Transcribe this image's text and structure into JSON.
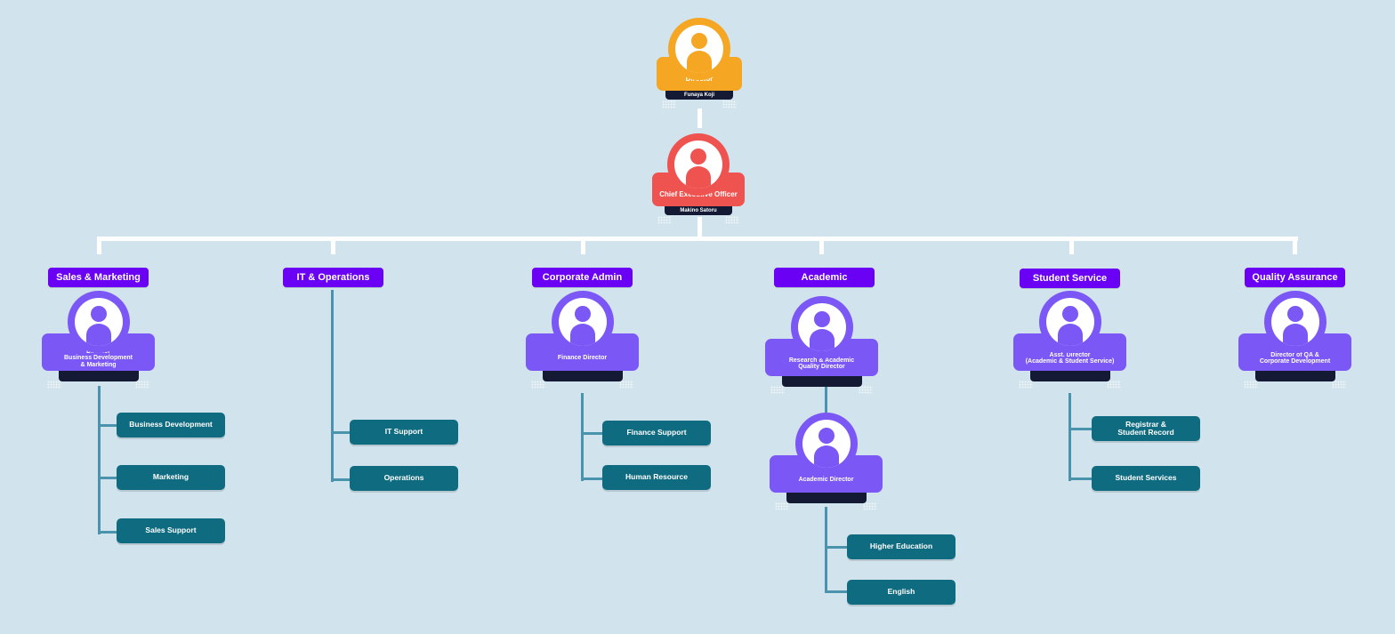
{
  "top": [
    {
      "id": "director",
      "title": "Director",
      "name": "Funaya Koji",
      "color": "#f5a623"
    },
    {
      "id": "ceo",
      "title": "Chief Executive Officer",
      "name": "Makino Satoru",
      "color": "#ef5350"
    }
  ],
  "departments": [
    {
      "id": "sales",
      "label": "Sales & Marketing"
    },
    {
      "id": "it",
      "label": "IT & Operations"
    },
    {
      "id": "corp",
      "label": "Corporate Admin"
    },
    {
      "id": "academic",
      "label": "Academic"
    },
    {
      "id": "student",
      "label": "Student Service"
    },
    {
      "id": "qa",
      "label": "Quality Assurance"
    }
  ],
  "managers": [
    {
      "id": "sales-dir",
      "title": "Director\nBusiness Development\n& Marketing"
    },
    {
      "id": "finance-dir",
      "title": "Finance Director"
    },
    {
      "id": "research-dir",
      "title": "Research & Academic\nQuality Director"
    },
    {
      "id": "academic-dir",
      "title": "Academic Director"
    },
    {
      "id": "asst-dir",
      "title": "Asst. Director\n(Academic & Student Service)"
    },
    {
      "id": "qa-dir",
      "title": "Director of QA &\nCorporate Development"
    }
  ],
  "units": {
    "sales": [
      "Business Development",
      "Marketing",
      "Sales Support"
    ],
    "it": [
      "IT Support",
      "Operations"
    ],
    "corp": [
      "Finance Support",
      "Human Resource"
    ],
    "academic": [
      "Higher Education",
      "English"
    ],
    "student": [
      "Registrar &\nStudent Record",
      "Student Services"
    ]
  },
  "colors": {
    "background": "#d1e3ec",
    "department": "#6a00f4",
    "manager": "#7b57f5",
    "unit": "#0f6b80",
    "connector_main": "#ffffff",
    "connector_unit": "#4a93ad",
    "nameplate": "#141a33"
  }
}
